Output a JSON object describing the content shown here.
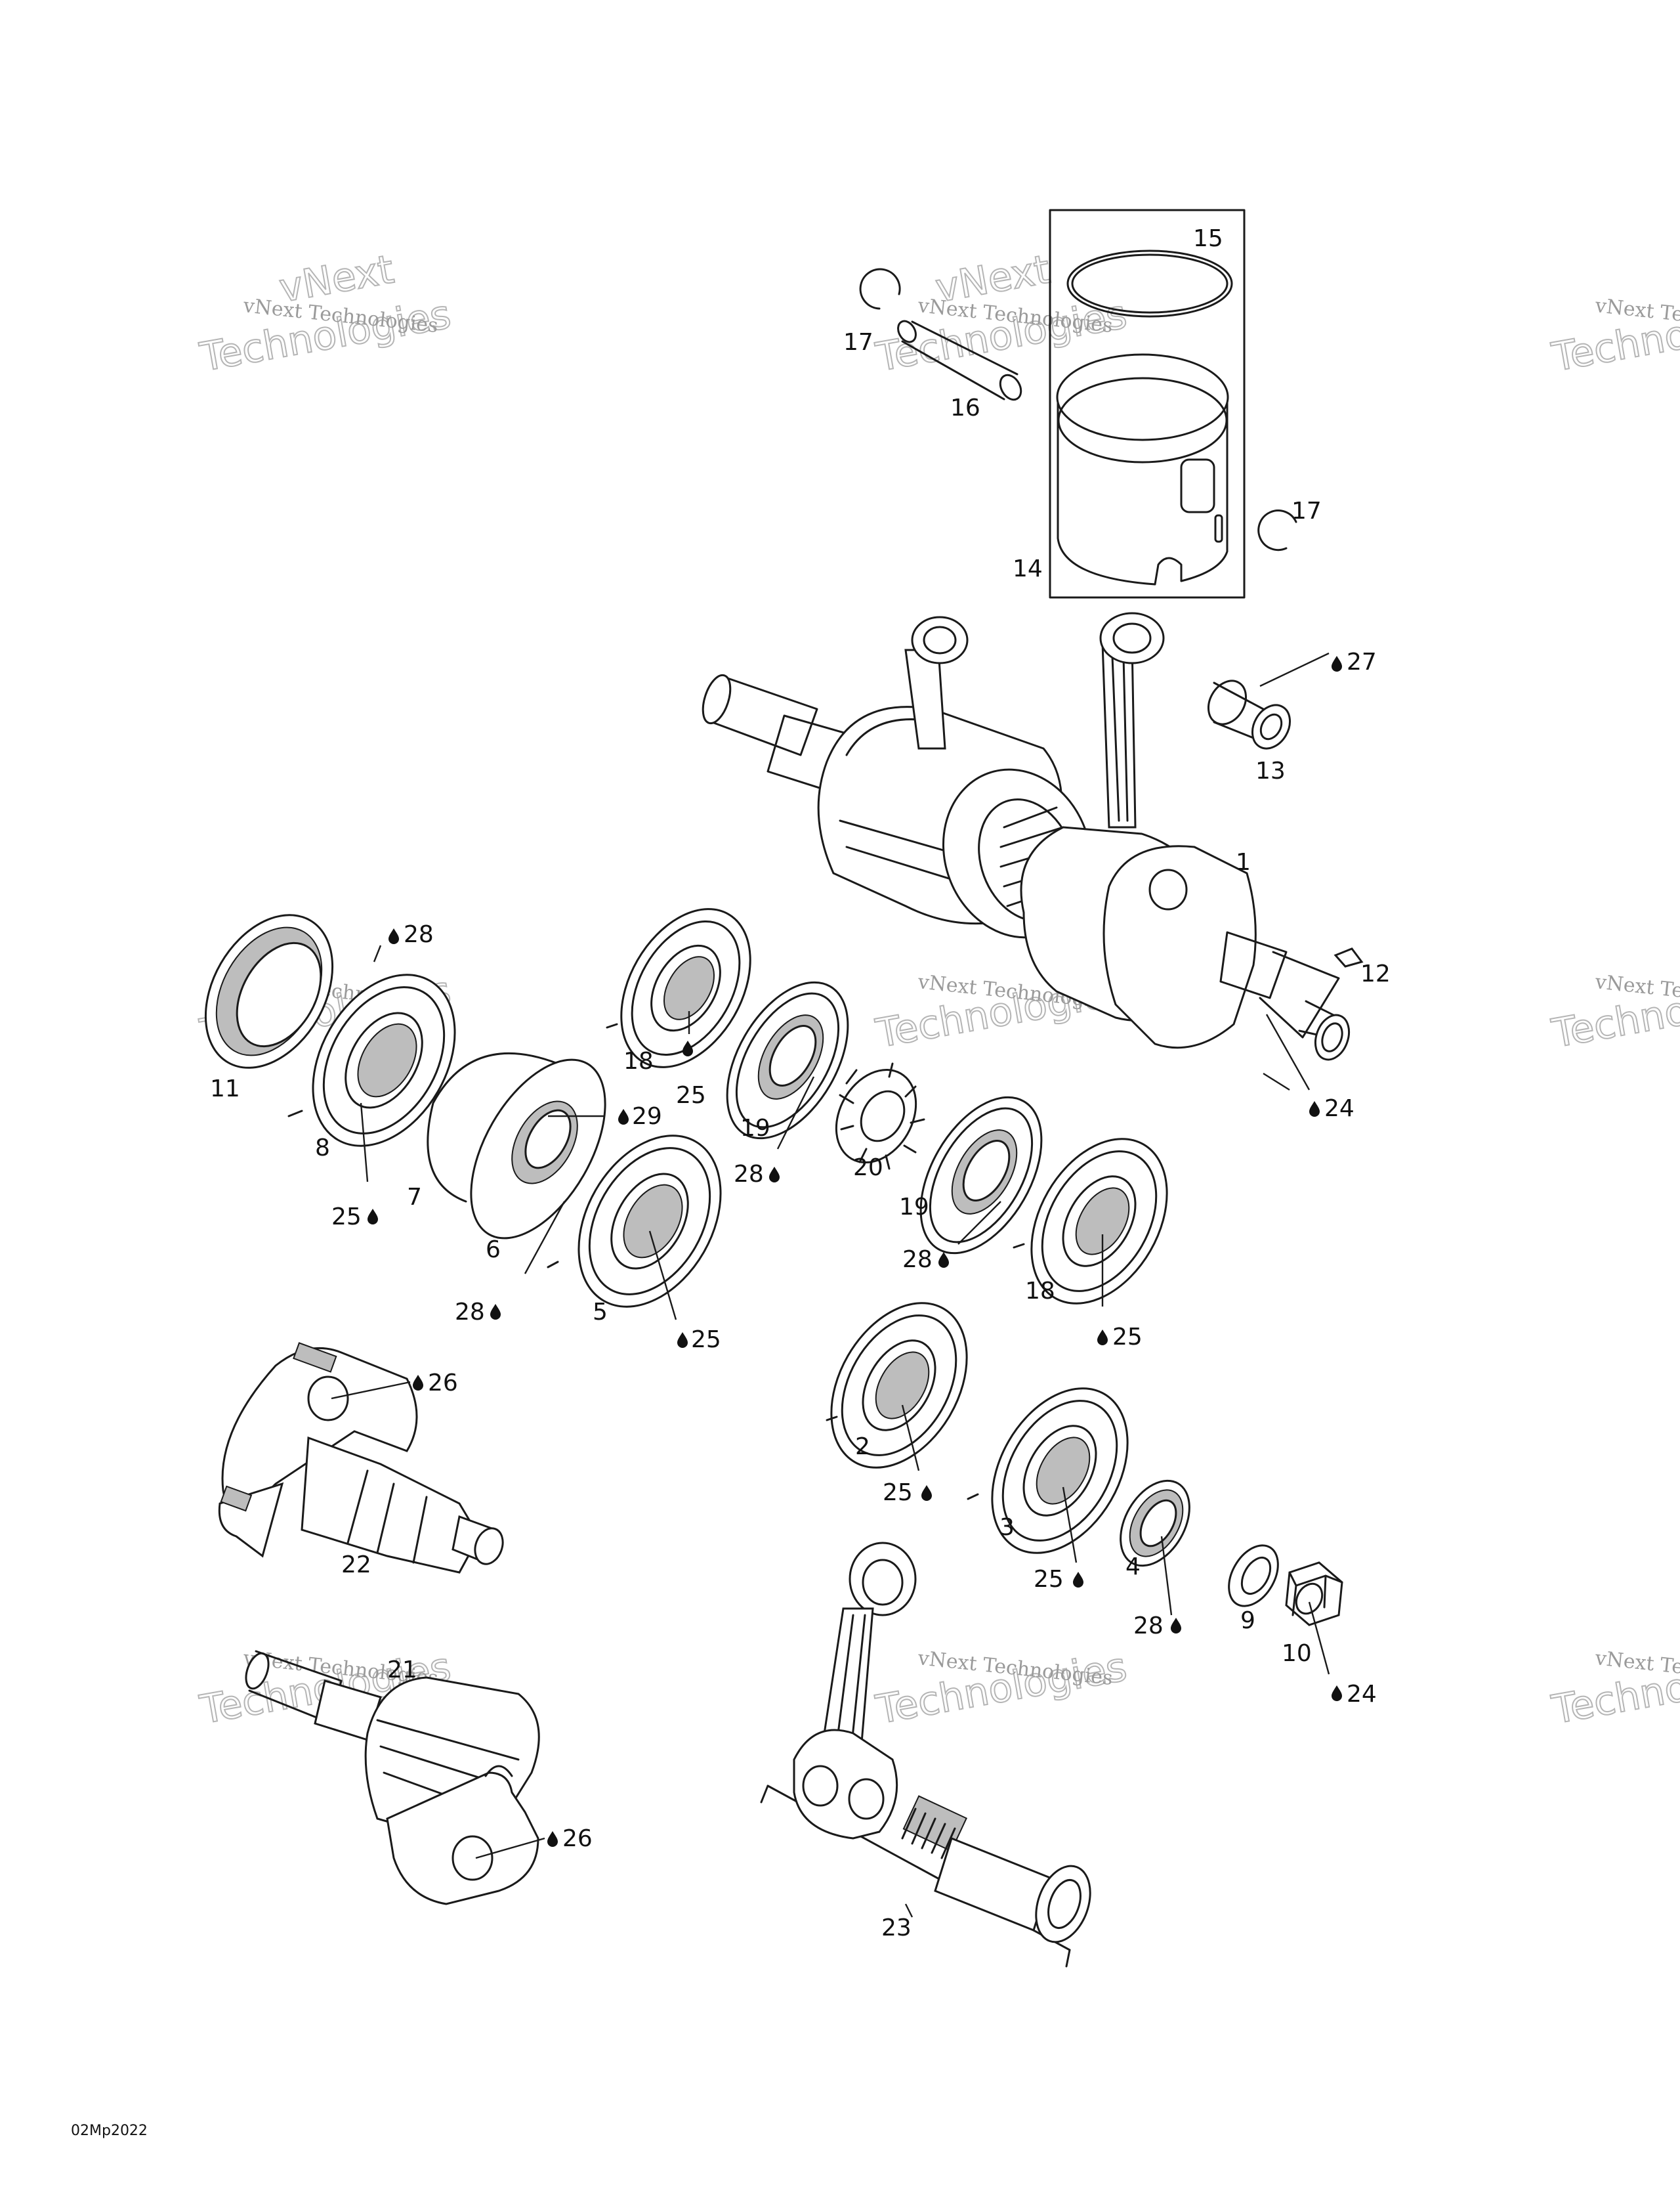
{
  "watermark": {
    "line1": "vNext Technologies",
    "line2": "Technologies",
    "line3": "vNext"
  },
  "drawing_code": "02Mp2022",
  "callouts": {
    "c1": "1",
    "c2": "2",
    "c3": "3",
    "c4": "4",
    "c5": "5",
    "c6": "6",
    "c7": "7",
    "c8": "8",
    "c9": "9",
    "c10": "10",
    "c11": "11",
    "c12": "12",
    "c13": "13",
    "c14": "14",
    "c15": "15",
    "c16": "16",
    "c17a": "17",
    "c17b": "17",
    "c18a": "18",
    "c18b": "18",
    "c19a": "19",
    "c19b": "19",
    "c20": "20",
    "c21": "21",
    "c22": "22",
    "c23": "23",
    "c24a": "24",
    "c24b": "24",
    "c25a": "25",
    "c25b": "25",
    "c25c": "25",
    "c25d": "25",
    "c25e": "25",
    "c25f": "25",
    "c26a": "26",
    "c26b": "26",
    "c27": "27",
    "c28a": "28",
    "c28b": "28",
    "c28c": "28",
    "c28d": "28",
    "c28e": "28",
    "c29": "29"
  }
}
